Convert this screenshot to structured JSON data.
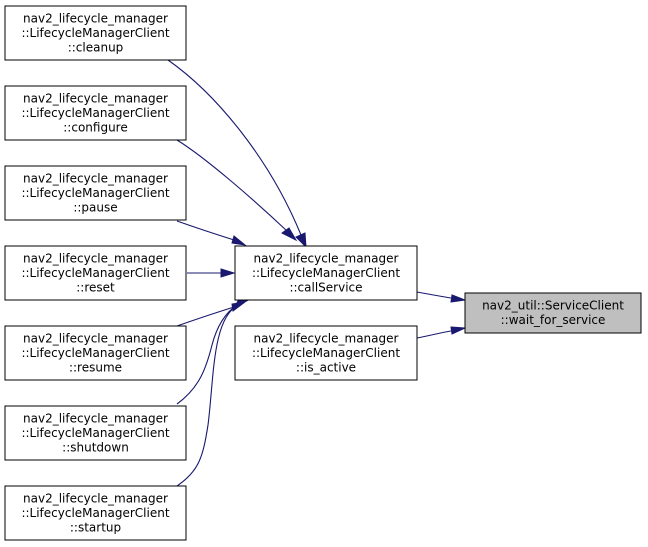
{
  "graph": {
    "nodes": [
      {
        "id": "cleanup",
        "lines": [
          "nav2_lifecycle_manager",
          "::LifecycleManagerClient",
          "::cleanup"
        ]
      },
      {
        "id": "configure",
        "lines": [
          "nav2_lifecycle_manager",
          "::LifecycleManagerClient",
          "::configure"
        ]
      },
      {
        "id": "pause",
        "lines": [
          "nav2_lifecycle_manager",
          "::LifecycleManagerClient",
          "::pause"
        ]
      },
      {
        "id": "reset",
        "lines": [
          "nav2_lifecycle_manager",
          "::LifecycleManagerClient",
          "::reset"
        ]
      },
      {
        "id": "resume",
        "lines": [
          "nav2_lifecycle_manager",
          "::LifecycleManagerClient",
          "::resume"
        ]
      },
      {
        "id": "shutdown",
        "lines": [
          "nav2_lifecycle_manager",
          "::LifecycleManagerClient",
          "::shutdown"
        ]
      },
      {
        "id": "startup",
        "lines": [
          "nav2_lifecycle_manager",
          "::LifecycleManagerClient",
          "::startup"
        ]
      },
      {
        "id": "callService",
        "lines": [
          "nav2_lifecycle_manager",
          "::LifecycleManagerClient",
          "::callService"
        ]
      },
      {
        "id": "is_active",
        "lines": [
          "nav2_lifecycle_manager",
          "::LifecycleManagerClient",
          "::is_active"
        ]
      },
      {
        "id": "wait_for_service",
        "lines": [
          "nav2_util::ServiceClient",
          "::wait_for_service"
        ],
        "highlighted": true
      }
    ],
    "edges": [
      {
        "from": "callService",
        "to": "cleanup"
      },
      {
        "from": "callService",
        "to": "configure"
      },
      {
        "from": "callService",
        "to": "pause"
      },
      {
        "from": "callService",
        "to": "reset"
      },
      {
        "from": "callService",
        "to": "resume"
      },
      {
        "from": "callService",
        "to": "shutdown"
      },
      {
        "from": "callService",
        "to": "startup"
      },
      {
        "from": "wait_for_service",
        "to": "callService"
      },
      {
        "from": "wait_for_service",
        "to": "is_active"
      }
    ],
    "colors": {
      "edge": "#191970",
      "node_border": "#000000",
      "node_fill": "#ffffff",
      "highlight_fill": "#bfbfbf",
      "text": "#000000"
    }
  }
}
